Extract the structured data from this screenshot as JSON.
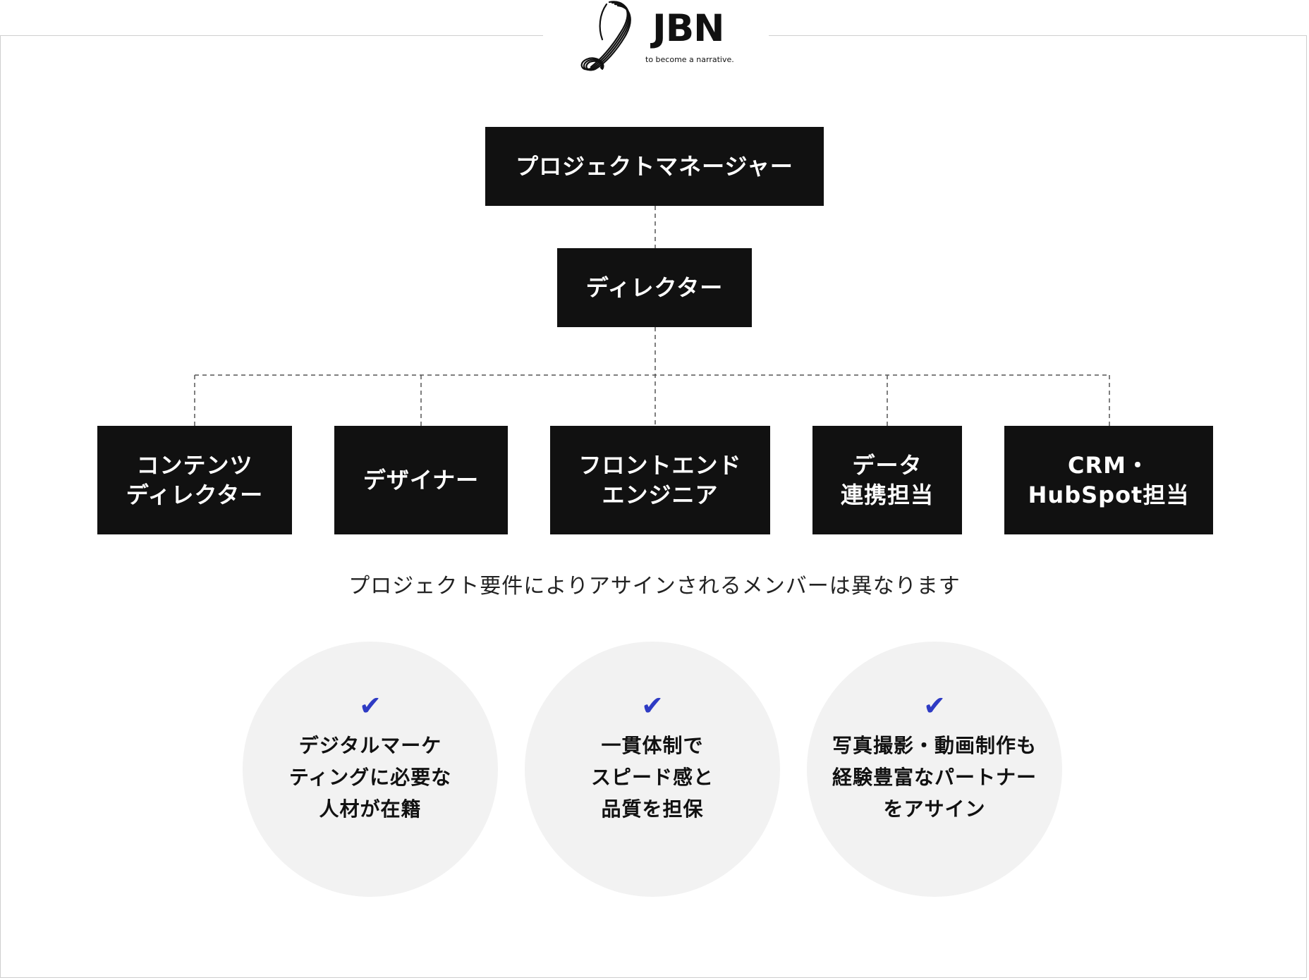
{
  "logo": {
    "name": "JBN",
    "tagline": "to become a narrative."
  },
  "org_chart": {
    "top": "プロジェクトマネージャー",
    "director": "ディレクター",
    "members": [
      "コンテンツ\nディレクター",
      "デザイナー",
      "フロントエンド\nエンジニア",
      "データ\n連携担当",
      "CRM・\nHubSpot担当"
    ]
  },
  "note": "プロジェクト要件によりアサインされるメンバーは異なります",
  "features": [
    {
      "icon": "check-icon",
      "mark": "✔",
      "text": "デジタルマーケ\nティングに必要な\n人材が在籍"
    },
    {
      "icon": "check-icon",
      "mark": "✔",
      "text": "一貫体制で\nスピード感と\n品質を担保"
    },
    {
      "icon": "check-icon",
      "mark": "✔",
      "text": "写真撮影・動画制作も\n経験豊富なパートナー\nをアサイン"
    }
  ],
  "colors": {
    "box": "#111111",
    "check": "#2e3bc4",
    "circle": "#f2f2f2",
    "frame": "#cfcfcf"
  }
}
